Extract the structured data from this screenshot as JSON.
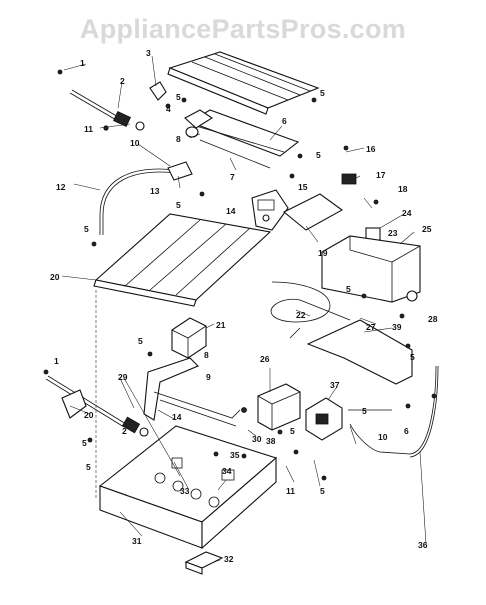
{
  "watermark": "AppliancePartsPros.com",
  "callouts": [
    "1",
    "2",
    "3",
    "4",
    "5",
    "6",
    "7",
    "8",
    "9",
    "10",
    "11",
    "12",
    "13",
    "14",
    "15",
    "16",
    "17",
    "18",
    "19",
    "20",
    "21",
    "22",
    "23",
    "24",
    "25",
    "26",
    "27",
    "28",
    "29",
    "30",
    "31",
    "32",
    "33",
    "34",
    "35",
    "36",
    "37",
    "38",
    "39"
  ]
}
